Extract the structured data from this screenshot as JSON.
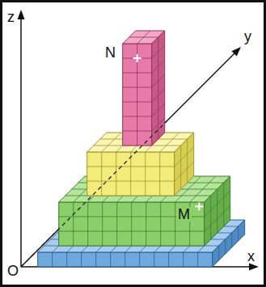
{
  "diagram": {
    "labels": [
      "z",
      "y",
      "N",
      "M",
      "O",
      "x"
    ]
  }
}
